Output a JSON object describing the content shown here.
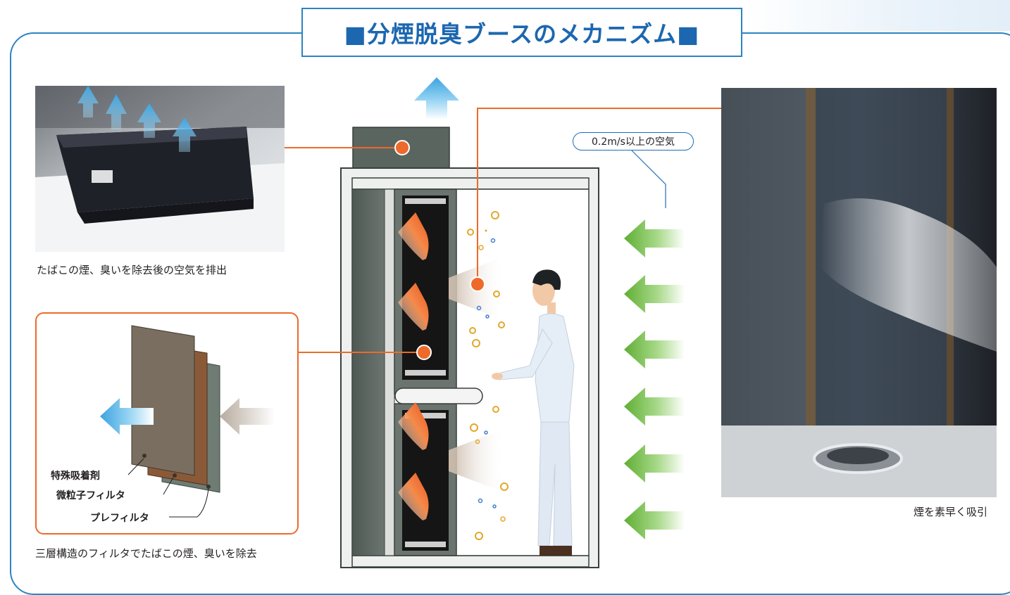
{
  "title": "■分煙脱臭ブースのメカニズム■",
  "captions": {
    "exhaust": "たばこの煙、臭いを除去後の空気を排出",
    "filter": "三層構造のフィルタでたばこの煙、臭いを除去",
    "suction": "煙を素早く吸引"
  },
  "airflow_label": "0.2m/s以上の空気",
  "filter_layers": [
    "特殊吸着剤",
    "微粒子フィルタ",
    "プレフィルタ"
  ],
  "colors": {
    "frame_blue": "#2c84c2",
    "title_blue": "#1c67b0",
    "callout_orange": "#ed6a2a",
    "intake_green": "#7cc04b",
    "exhaust_blue": "#58b5e6"
  }
}
